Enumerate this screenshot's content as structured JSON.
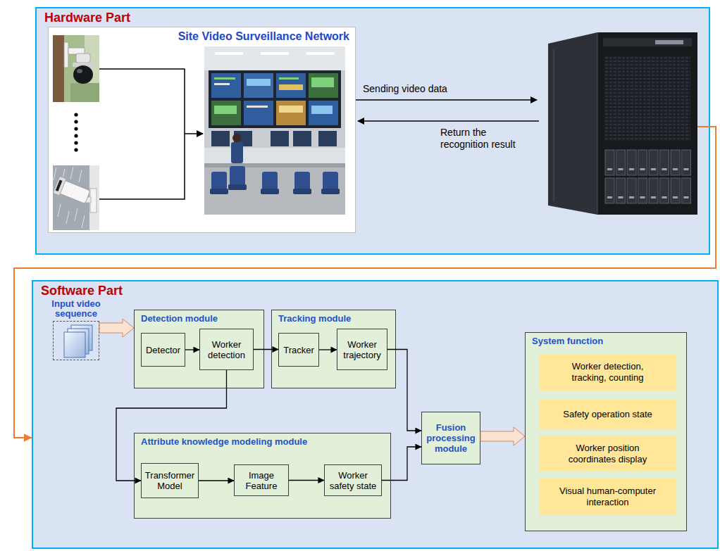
{
  "diagram": {
    "nodes": [
      {
        "text": [
          "Hardware Part"
        ]
      },
      {
        "text": [
          "Site Video Surveillance Network"
        ],
        "in": 0
      },
      {
        "text": [
          "Software Part"
        ]
      },
      {
        "text": [
          "Input video sequence"
        ],
        "in": 2
      },
      {
        "text": [
          "Detection module"
        ],
        "in": 2
      },
      {
        "text": [
          "Detector"
        ],
        "in": 4
      },
      {
        "text": [
          "Worker detection"
        ],
        "in": 4
      },
      {
        "text": [
          "Tracking module"
        ],
        "in": 2
      },
      {
        "text": [
          "Tracker"
        ],
        "in": 7
      },
      {
        "text": [
          "Worker trajectory"
        ],
        "in": 7
      },
      {
        "text": [
          "Attribute knowledge modeling module"
        ],
        "in": 2
      },
      {
        "text": [
          "Transformer Model"
        ],
        "in": 10
      },
      {
        "text": [
          "Image Feature"
        ],
        "in": 10
      },
      {
        "text": [
          "Worker safety state"
        ],
        "in": 10
      },
      {
        "text": [
          "Fusion processing module"
        ],
        "in": 2
      },
      {
        "text": [
          "System function"
        ],
        "in": 2
      },
      {
        "text": [
          "Worker detection, tracking, counting"
        ],
        "in": 15
      },
      {
        "text": [
          "Safety operation state"
        ],
        "in": 15
      },
      {
        "text": [
          "Worker position coordinates display"
        ],
        "in": 15
      },
      {
        "text": [
          "Visual human-computer interaction"
        ],
        "in": 15
      }
    ],
    "edges": [
      {
        "from": 0,
        "to": 2,
        "arrow": "to"
      },
      {
        "from": 3,
        "to": 4,
        "arrow": "to"
      },
      {
        "from": 5,
        "to": 6,
        "arrow": "to"
      },
      {
        "from": 6,
        "to": 8,
        "arrow": "to"
      },
      {
        "from": 8,
        "to": 9,
        "arrow": "to"
      },
      {
        "from": 6,
        "to": 11,
        "arrow": "to"
      },
      {
        "from": 11,
        "to": 12,
        "arrow": "to"
      },
      {
        "from": 12,
        "to": 13,
        "arrow": "to"
      },
      {
        "from": 9,
        "to": 14,
        "arrow": "to"
      },
      {
        "from": 13,
        "to": 14,
        "arrow": "to"
      },
      {
        "from": 14,
        "to": 15,
        "arrow": "to"
      }
    ],
    "labels": [
      "Sending video data",
      "Return the recognition result"
    ]
  }
}
